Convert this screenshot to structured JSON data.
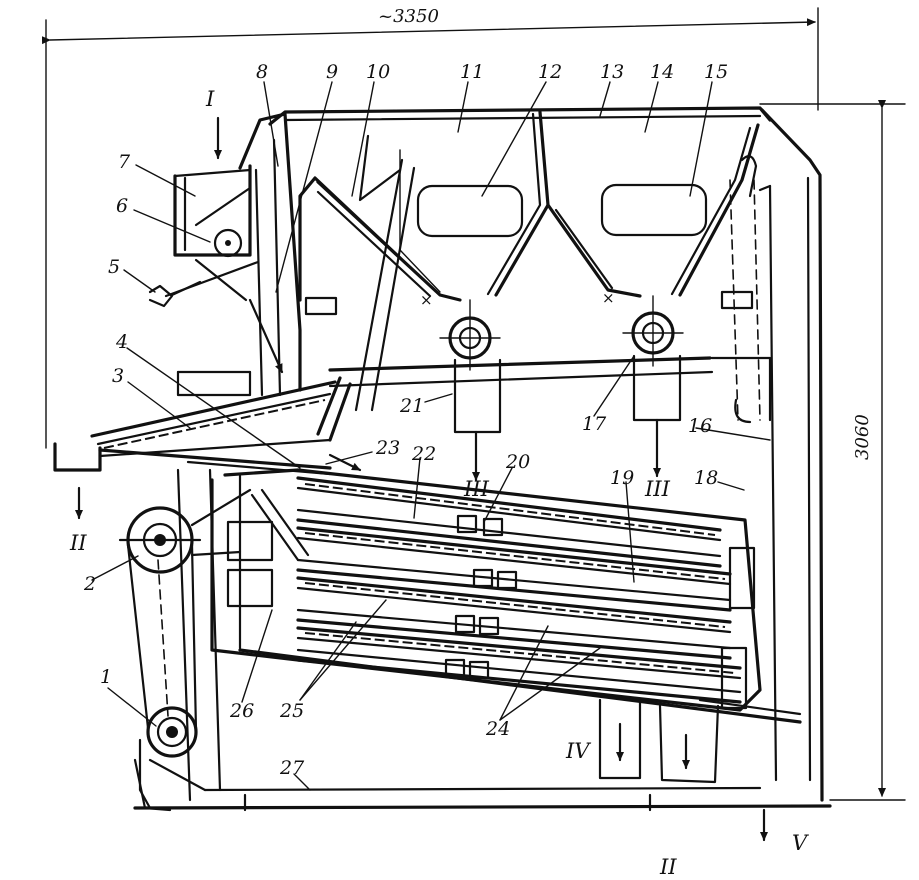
{
  "dimensions": {
    "width_label": "~3350",
    "height_label": "3060"
  },
  "callouts": [
    {
      "num": "1"
    },
    {
      "num": "2"
    },
    {
      "num": "3"
    },
    {
      "num": "4"
    },
    {
      "num": "5"
    },
    {
      "num": "6"
    },
    {
      "num": "7"
    },
    {
      "num": "8"
    },
    {
      "num": "9"
    },
    {
      "num": "10"
    },
    {
      "num": "11"
    },
    {
      "num": "12"
    },
    {
      "num": "13"
    },
    {
      "num": "14"
    },
    {
      "num": "15"
    },
    {
      "num": "16"
    },
    {
      "num": "17"
    },
    {
      "num": "18"
    },
    {
      "num": "19"
    },
    {
      "num": "20"
    },
    {
      "num": "21"
    },
    {
      "num": "22"
    },
    {
      "num": "23"
    },
    {
      "num": "24"
    },
    {
      "num": "25"
    },
    {
      "num": "26"
    },
    {
      "num": "27"
    }
  ],
  "flows": {
    "inlet": "I",
    "outlet_left": "II",
    "outlet_bottom": "II",
    "light_impurities_a": "III",
    "light_impurities_b": "III",
    "outlet_iv": "IV",
    "outlet_v": "V"
  }
}
